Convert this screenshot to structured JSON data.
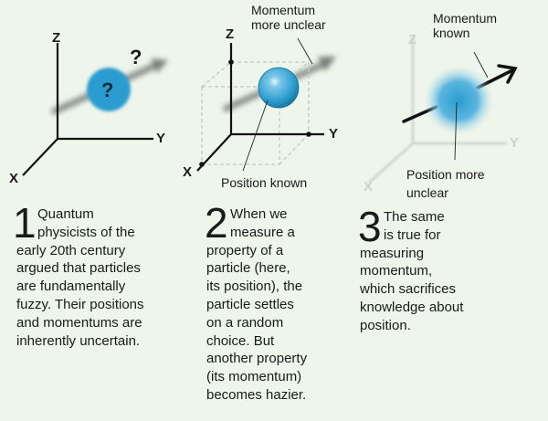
{
  "panel1": {
    "axes": {
      "z": "Z",
      "y": "Y",
      "x": "X"
    },
    "sphere_mark": "?",
    "arrow_mark": "?",
    "number": "1",
    "text_lines": [
      "Quantum",
      "physicists of the",
      "early 20th century",
      "argued that particles",
      "are fundamentally",
      "fuzzy. Their positions",
      "and momentums are",
      "inherently uncertain."
    ]
  },
  "panel2": {
    "axes": {
      "z": "Z",
      "y": "Y",
      "x": "X"
    },
    "label_momentum": [
      "Momentum",
      "more unclear"
    ],
    "label_position": "Position known",
    "number": "2",
    "text_lines": [
      "When we",
      "measure a",
      "property of a",
      "particle (here,",
      "its position), the",
      "particle settles",
      "on a random",
      "choice. But",
      "another property",
      "(its momentum)",
      "becomes hazier."
    ]
  },
  "panel3": {
    "axes": {
      "z": "Z",
      "y": "Y",
      "x": "X"
    },
    "label_momentum": [
      "Momentum",
      "known"
    ],
    "label_position": [
      "Position more",
      "unclear"
    ],
    "number": "3",
    "text_lines": [
      "The same",
      "is true for",
      "measuring",
      "momentum,",
      "which sacrifices",
      "knowledge about",
      "position."
    ]
  },
  "colors": {
    "background": "#eef5ea",
    "particle": "#2a9ccf",
    "axis": "#111111",
    "faded_axis": "#c8cdc6"
  }
}
